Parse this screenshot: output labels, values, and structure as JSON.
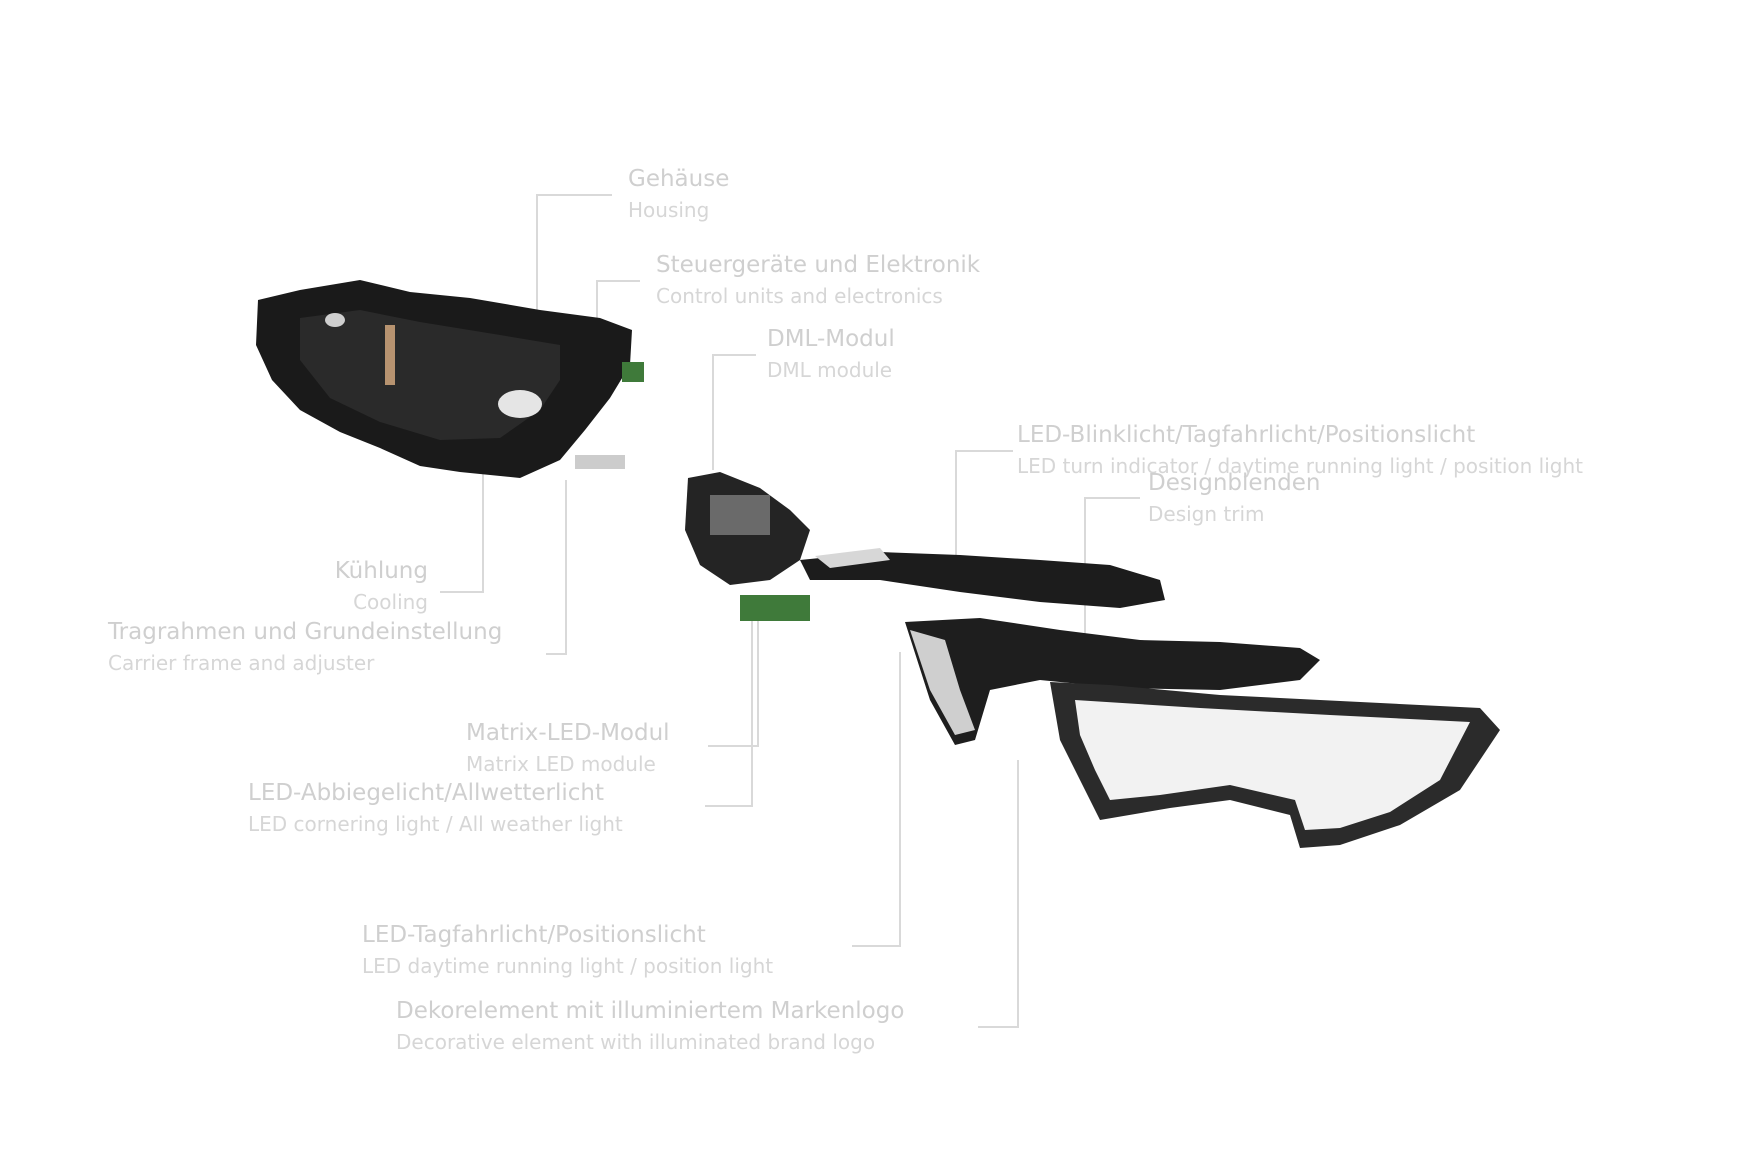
{
  "labels": {
    "housing": {
      "de": "Gehäuse",
      "en": "Housing"
    },
    "control": {
      "de": "Steuergeräte und Elektronik",
      "en": "Control units and electronics"
    },
    "dml": {
      "de": "DML-Modul",
      "en": "DML module"
    },
    "blink": {
      "de": "LED-Blinklicht/Tagfahrlicht/Positionslicht",
      "en": "LED turn indicator / daytime running light / position light"
    },
    "designtrim": {
      "de": "Designblenden",
      "en": "Design trim"
    },
    "cooling": {
      "de": "Kühlung",
      "en": "Cooling"
    },
    "carrier": {
      "de": "Tragrahmen und Grundeinstellung",
      "en": "Carrier frame and adjuster"
    },
    "matrix": {
      "de": "Matrix-LED-Modul",
      "en": "Matrix LED module"
    },
    "cornering": {
      "de": "LED-Abbiegelicht/Allwetterlicht",
      "en": "LED cornering light / All weather light"
    },
    "drl": {
      "de": "LED-Tagfahrlicht/Positionslicht",
      "en": "LED daytime running light / position light"
    },
    "deco": {
      "de": "Dekorelement mit illuminiertem Markenlogo",
      "en": "Decorative element with illuminated brand logo"
    }
  },
  "colors": {
    "label_text": "#cfcfcf",
    "leader_line": "#d9d9d9",
    "part_dark": "#1a1a1a",
    "part_green": "#3f7a3a",
    "lens": "#f2f2f2"
  }
}
